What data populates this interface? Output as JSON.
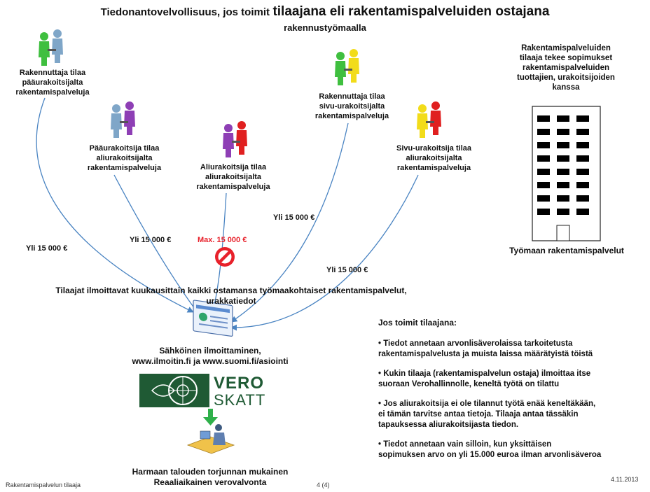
{
  "title": {
    "prefix": "Tiedonantovelvollisuus, jos toimit",
    "emphasis": "tilaajana eli rakentamispalveluiden ostajana",
    "line2": "rakennustyömaalla"
  },
  "nodes": {
    "rakennuttaja_paa": [
      "Rakennuttaja tilaa",
      "pääurakoitsijalta",
      "rakentamispalveluja"
    ],
    "paaurakoitsija": [
      "Pääurakoitsija tilaa",
      "aliurakoitsijalta",
      "rakentamispalveluja"
    ],
    "aliurakoitsija": [
      "Aliurakoitsija tilaa",
      "aliurakoitsijalta",
      "rakentamispalveluja"
    ],
    "rakennuttaja_sivu": [
      "Rakennuttaja tilaa",
      "sivu-urakoitsijalta",
      "rakentamispalveluja"
    ],
    "sivu_urakoitsija": [
      "Sivu-urakoitsija tilaa",
      "aliurakoitsijalta",
      "rakentamispalveluja"
    ]
  },
  "amounts": {
    "a1": "Yli 15 000 €",
    "a2": "Yli 15 000 €",
    "a3": "Max. 15 000 €",
    "a4": "Yli 15 000 €",
    "a5": "Yli 15 000 €"
  },
  "building": {
    "caption": [
      "Rakentamispalveluiden",
      "tilaaja tekee sopimukset",
      "rakentamispalveluiden",
      "tuottajien, urakoitsijoiden",
      "kanssa"
    ],
    "label": "Työmaan rakentamispalvelut"
  },
  "report": [
    "Tilaajat ilmoittavat kuukausittain kaikki ostamansa työmaakohtaiset rakentamispalvelut,",
    "urakkatiedot"
  ],
  "electronic": [
    "Sähköinen ilmoittaminen,",
    "www.ilmoitin.fi ja www.suomi.fi/asiointi"
  ],
  "logo": {
    "line1": "VERO",
    "line2": "SKATT"
  },
  "grey_economy": [
    "Harmaan talouden torjunnan mukainen",
    "Reaaliaikainen verovalvonta"
  ],
  "info": {
    "heading_prefix": "Jos toimit",
    "heading_emphasis": "tilaajana:",
    "bullets": [
      [
        "• Tiedot annetaan arvonlisäverolaissa tarkoitetusta",
        "rakentamispalvelusta ja muista laissa määrätyistä töistä"
      ],
      [
        "• Kukin tilaaja (rakentamispalvelun ostaja) ilmoittaa itse",
        "suoraan Verohallinnolle, keneltä työtä on tilattu"
      ],
      [
        "• Jos aliurakoitsija ei ole tilannut työtä enää keneltäkään,",
        "ei tämän tarvitse antaa tietoja. Tilaaja antaa tässäkin",
        "tapauksessa aliurakoitsijasta tiedon."
      ],
      [
        "• Tiedot annetaan vain silloin, kun yksittäisen",
        "sopimuksen arvo on yli 15.000 euroa ilman arvonlisäveroa"
      ]
    ]
  },
  "footer": {
    "left": "Rakentamispalvelun tilaaja",
    "page": "4 (4)",
    "date": "4.11.2013"
  },
  "colors": {
    "green": "#3fbf3f",
    "steel": "#7fa6c8",
    "purple": "#8e3fb5",
    "red": "#e02020",
    "yellow": "#f2dc1a",
    "logo": "#1f5a34",
    "arrow": "#4a84c2"
  }
}
